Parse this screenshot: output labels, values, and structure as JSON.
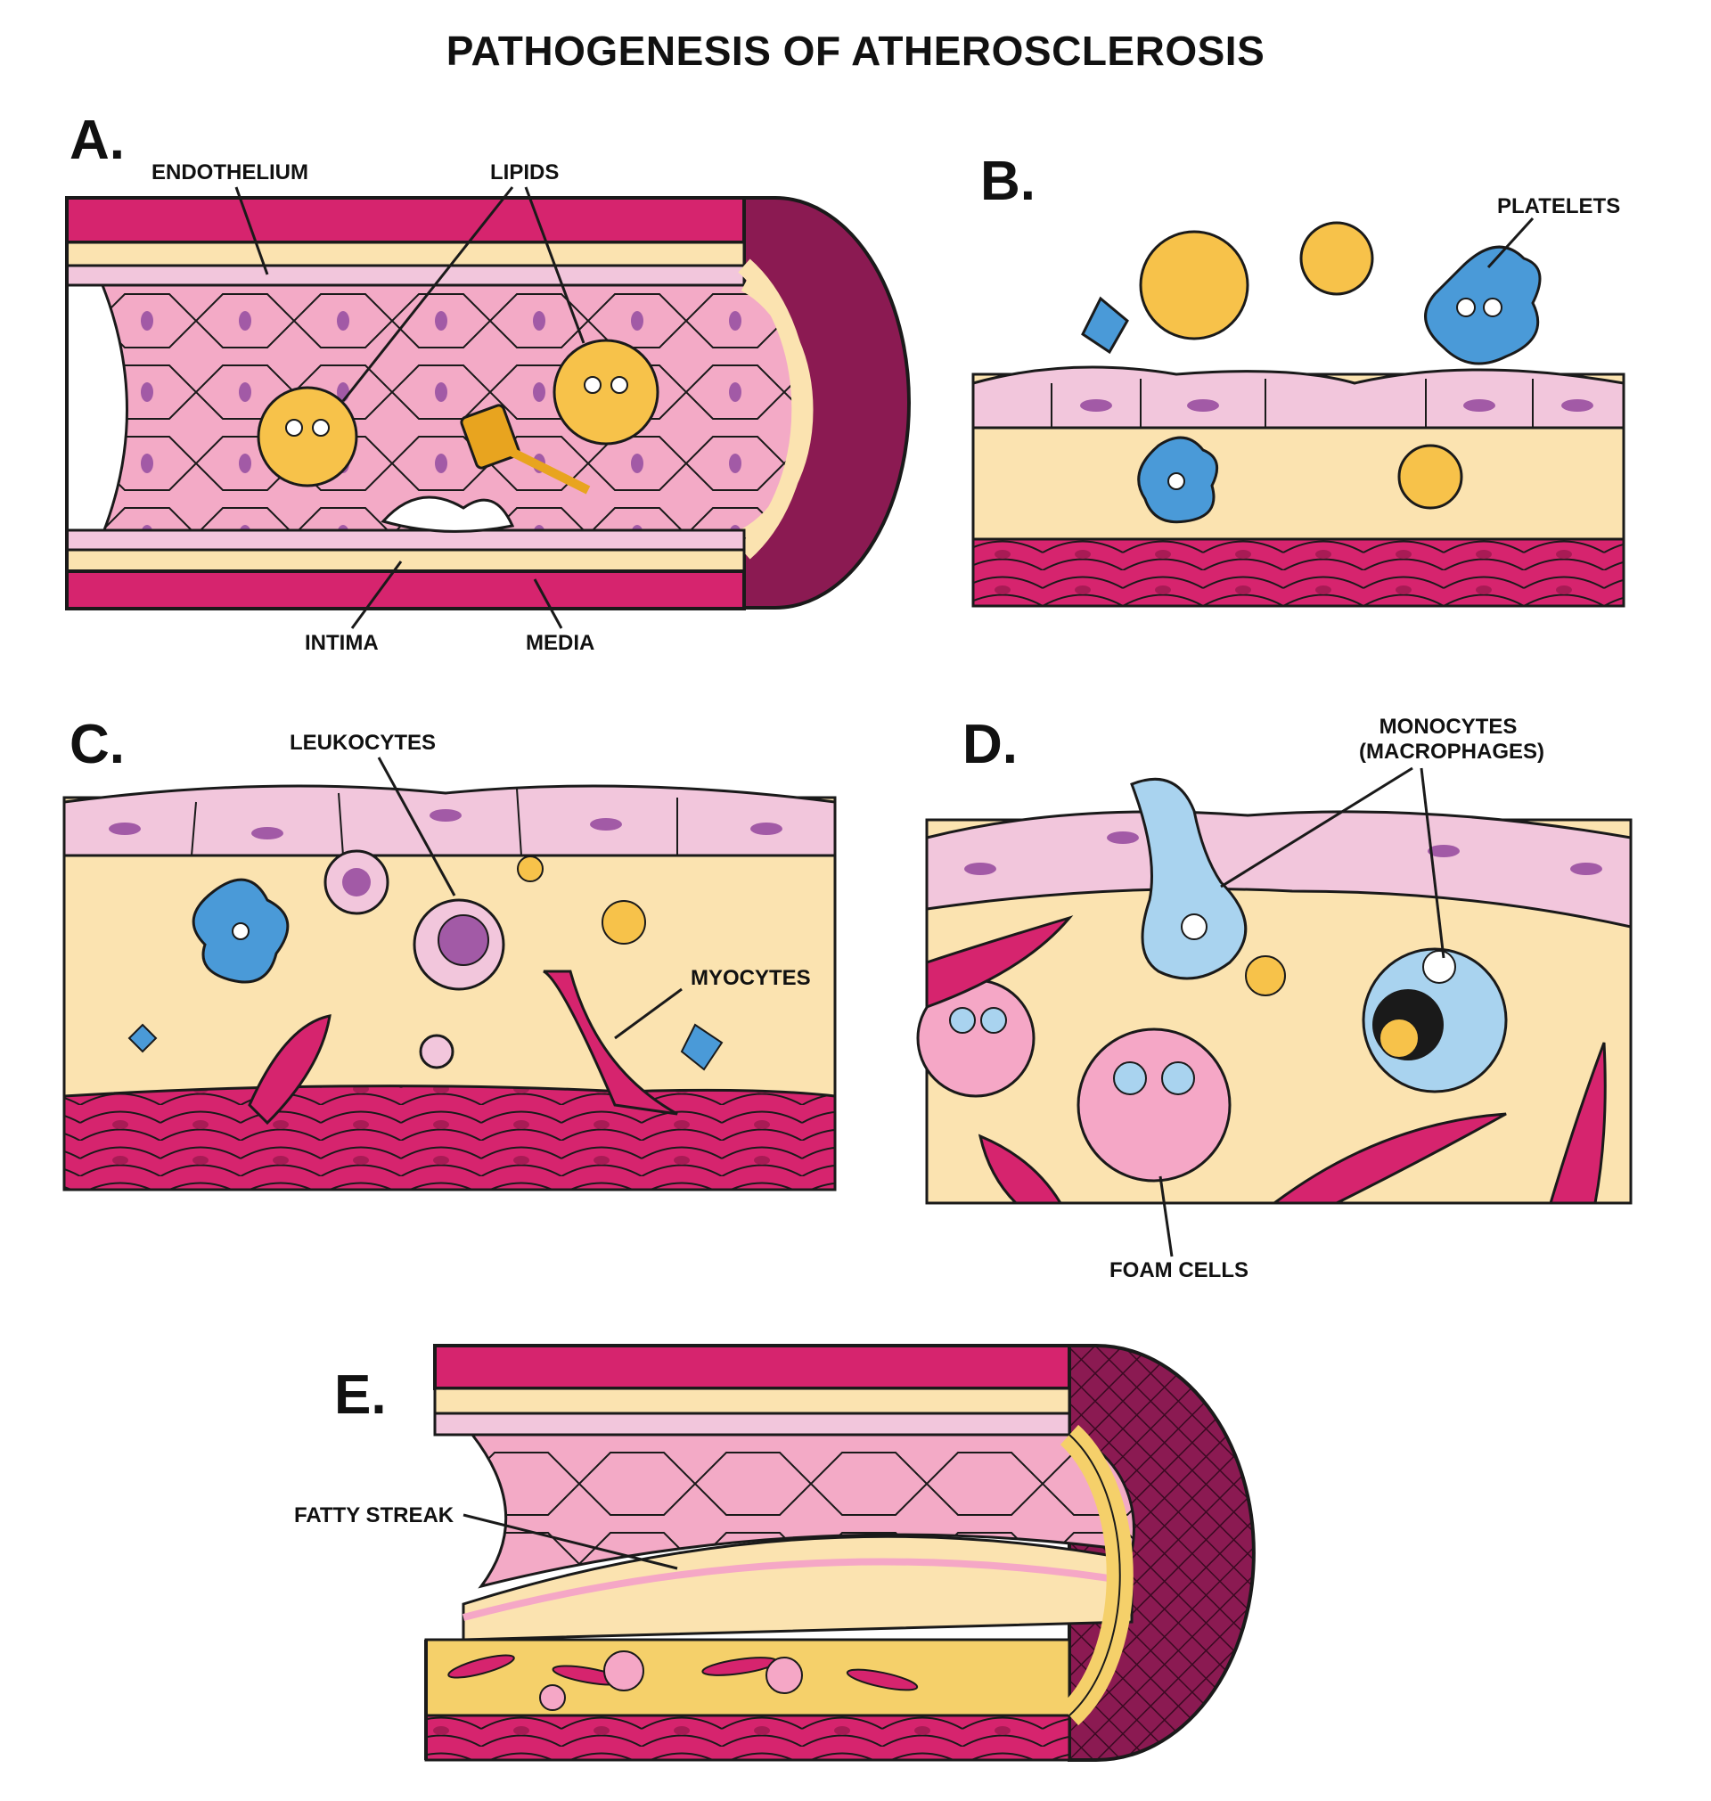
{
  "title": "PATHOGENESIS OF ATHEROSCLEROSIS",
  "panels": {
    "a": {
      "letter": "A.",
      "labels": {
        "endothelium": "ENDOTHELIUM",
        "lipids": "LIPIDS",
        "intima": "INTIMA",
        "media": "MEDIA"
      }
    },
    "b": {
      "letter": "B.",
      "labels": {
        "platelets": "PLATELETS"
      }
    },
    "c": {
      "letter": "C.",
      "labels": {
        "leukocytes": "LEUKOCYTES",
        "myocytes": "MYOCYTES"
      }
    },
    "d": {
      "letter": "D.",
      "labels": {
        "monocytes_line1": "MONOCYTES",
        "monocytes_line2": "(MACROPHAGES)",
        "foam_cells": "FOAM CELLS"
      }
    },
    "e": {
      "letter": "E.",
      "labels": {
        "fatty_streak": "FATTY STREAK"
      }
    }
  },
  "colors": {
    "media": "#d6246e",
    "media_dark": "#8b1a52",
    "intima": "#fbe3b0",
    "endothelium": "#f2c6dc",
    "endothelium_nucleus": "#a25aa6",
    "lumen_cell": "#f3aac6",
    "lipid": "#f7c24a",
    "platelet": "#4a9ad8",
    "monocyte": "#a9d3ef",
    "foam_cell": "#f5a7c6",
    "outline": "#1a1a1a"
  }
}
